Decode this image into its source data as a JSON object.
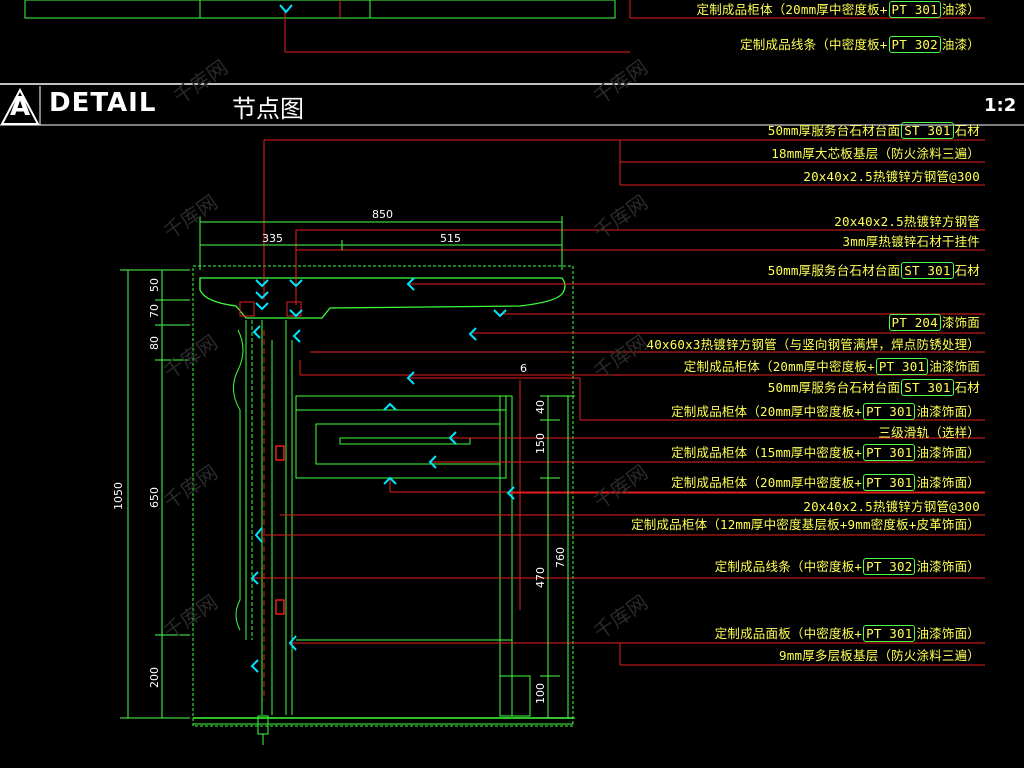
{
  "header": {
    "detail_id": "A",
    "title": "DETAIL",
    "subtitle": "节点图",
    "scale": "1:2"
  },
  "watermark": "千库网",
  "colors": {
    "background": "#000000",
    "annotation_text": "#ffff55",
    "leader_line": "#e81e1e",
    "dimension": "#4cff4c",
    "outline": "#3cff3c",
    "arrow_marker": "#00e5ff",
    "header": "#ffffff"
  },
  "top_annotations": [
    {
      "pre": "定制成品柜体（20mm厚中密度板+",
      "tag": "PT 301",
      "post": "油漆）"
    },
    {
      "pre": "定制成品线条（中密度板+",
      "tag": "PT 302",
      "post": "油漆）"
    }
  ],
  "annotations": [
    {
      "pre": "50mm厚服务台石材台面",
      "tag": "ST 301",
      "post": "石材"
    },
    {
      "pre": "18mm厚大芯板基层（防火涂料三遍）",
      "tag": "",
      "post": ""
    },
    {
      "pre": "20x40x2.5热镀锌方钢管@300",
      "tag": "",
      "post": ""
    },
    {
      "pre": "20x40x2.5热镀锌方钢管",
      "tag": "",
      "post": ""
    },
    {
      "pre": "3mm厚热镀锌石材干挂件",
      "tag": "",
      "post": ""
    },
    {
      "pre": "50mm厚服务台石材台面",
      "tag": "ST 301",
      "post": "石材"
    },
    {
      "pre": "",
      "tag": "PT 204",
      "post": "漆饰面"
    },
    {
      "pre": "40x60x3热镀锌方钢管（与竖向钢管满焊，焊点防锈处理）",
      "tag": "",
      "post": ""
    },
    {
      "pre": "定制成品柜体（20mm厚中密度板+",
      "tag": "PT 301",
      "post": "油漆饰面"
    },
    {
      "pre": "50mm厚服务台石材台面",
      "tag": "ST 301",
      "post": "石材"
    },
    {
      "pre": "定制成品柜体（20mm厚中密度板+",
      "tag": "PT 301",
      "post": "油漆饰面）"
    },
    {
      "pre": "三级滑轨（选样）",
      "tag": "",
      "post": ""
    },
    {
      "pre": "定制成品柜体（15mm厚中密度板+",
      "tag": "PT 301",
      "post": "油漆饰面）"
    },
    {
      "pre": "定制成品柜体（20mm厚中密度板+",
      "tag": "PT 301",
      "post": "油漆饰面）"
    },
    {
      "pre": "20x40x2.5热镀锌方钢管@300",
      "tag": "",
      "post": ""
    },
    {
      "pre": "定制成品柜体（12mm厚中密度基层板+9mm密度板+皮革饰面）",
      "tag": "",
      "post": ""
    },
    {
      "pre": "定制成品线条（中密度板+",
      "tag": "PT 302",
      "post": "油漆饰面）"
    },
    {
      "pre": "定制成品面板（中密度板+",
      "tag": "PT 301",
      "post": "油漆饰面）"
    },
    {
      "pre": "9mm厚多层板基层（防火涂料三遍）",
      "tag": "",
      "post": ""
    }
  ],
  "dimensions": {
    "top_overall": "850",
    "top_left": "335",
    "top_right": "515",
    "left_overall": "1050",
    "left_segments": [
      "50",
      "70",
      "80",
      "650",
      "200"
    ],
    "right_segments": [
      "40",
      "150",
      "470",
      "100"
    ],
    "right_overall": "760",
    "small_marker": "6"
  }
}
